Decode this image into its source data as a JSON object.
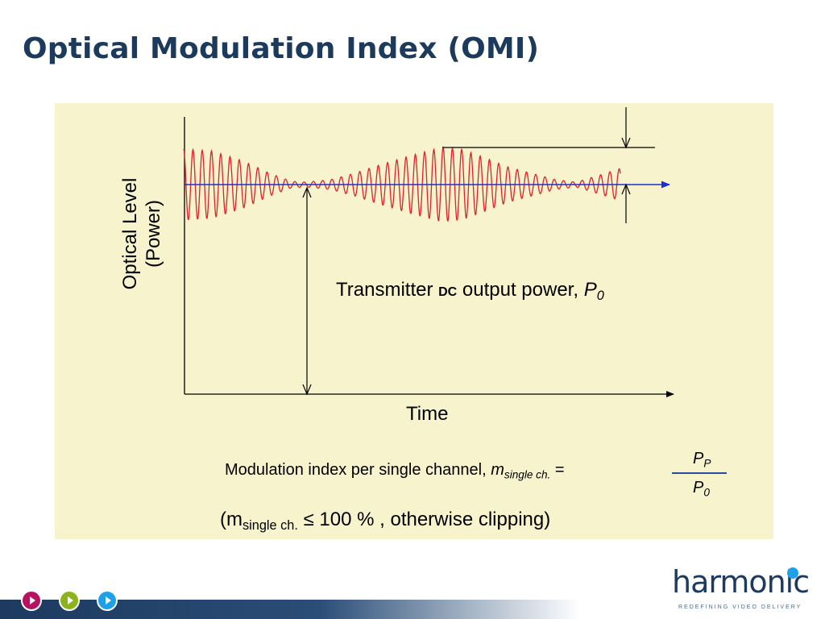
{
  "slide": {
    "title": "Optical Modulation Index (OMI)"
  },
  "diagram": {
    "y_axis_label_line1": "Optical Level",
    "y_axis_label_line2": "(Power)",
    "x_axis_label": "Time",
    "p0_text_prefix": "Transmitter ",
    "p0_text_dc": "DC",
    "p0_text_suffix": " output power, ",
    "p0_symbol": "P",
    "p0_subscript": "0",
    "colors": {
      "panel_background": "#f6f3cd",
      "signal": "#e0202a",
      "dc_level": "#1a2fd0",
      "axes": "#000000"
    }
  },
  "formula": {
    "label_prefix": "Modulation index per single channel, ",
    "m_symbol": "m",
    "m_subscript": "single ch.",
    "equals": " =",
    "numerator_symbol": "P",
    "numerator_subscript": "P",
    "denominator_symbol": "P",
    "denominator_subscript": "0"
  },
  "clipping_note": {
    "open": "(m",
    "subscript": "single ch.",
    "condition": " ≤ 100 % , otherwise clipping)"
  },
  "footer": {
    "nav_buttons": [
      {
        "icon": "play-icon",
        "color": "#b5125f"
      },
      {
        "icon": "play-icon",
        "color": "#8cb21c"
      },
      {
        "icon": "play-icon",
        "color": "#1ea1e6"
      }
    ],
    "logo_text": "harmonic",
    "logo_tagline": "REDEFINING VIDEO DELIVERY",
    "brand_color": "#1d3a5f"
  }
}
